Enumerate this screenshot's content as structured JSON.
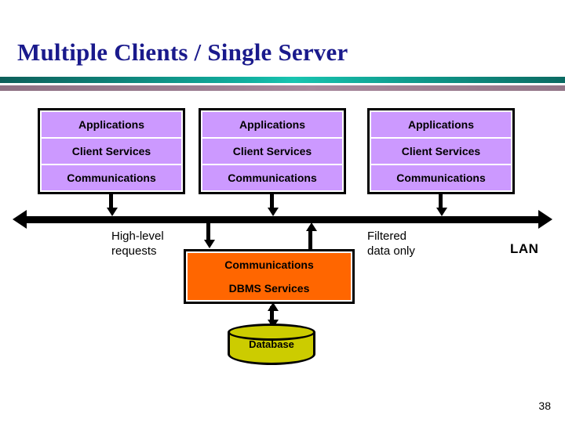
{
  "slide": {
    "title": "Multiple Clients / Single Server",
    "page_number": "38",
    "colors": {
      "title_text": "#1a1a8c",
      "rule_teal": "#11b0a0",
      "rule_mauve": "#9c7e92",
      "client_layer_fill": "#cc99ff",
      "server_layer_fill": "#ff6600",
      "database_fill": "#cccc00",
      "line": "#000000"
    }
  },
  "clients": [
    {
      "id": "client-1",
      "layers": [
        {
          "label": "Applications"
        },
        {
          "label": "Client Services"
        },
        {
          "label": "Communications"
        }
      ]
    },
    {
      "id": "client-2",
      "layers": [
        {
          "label": "Applications"
        },
        {
          "label": "Client Services"
        },
        {
          "label": "Communications"
        }
      ]
    },
    {
      "id": "client-3",
      "layers": [
        {
          "label": "Applications"
        },
        {
          "label": "Client Services"
        },
        {
          "label": "Communications"
        }
      ]
    }
  ],
  "server": {
    "layers": [
      {
        "label": "Communications"
      },
      {
        "label": "DBMS Services"
      }
    ],
    "database": {
      "label": "Database"
    }
  },
  "annotations": {
    "high_level_requests": "High-level\nrequests",
    "filtered_data_only": "Filtered\ndata only",
    "network": "LAN"
  }
}
